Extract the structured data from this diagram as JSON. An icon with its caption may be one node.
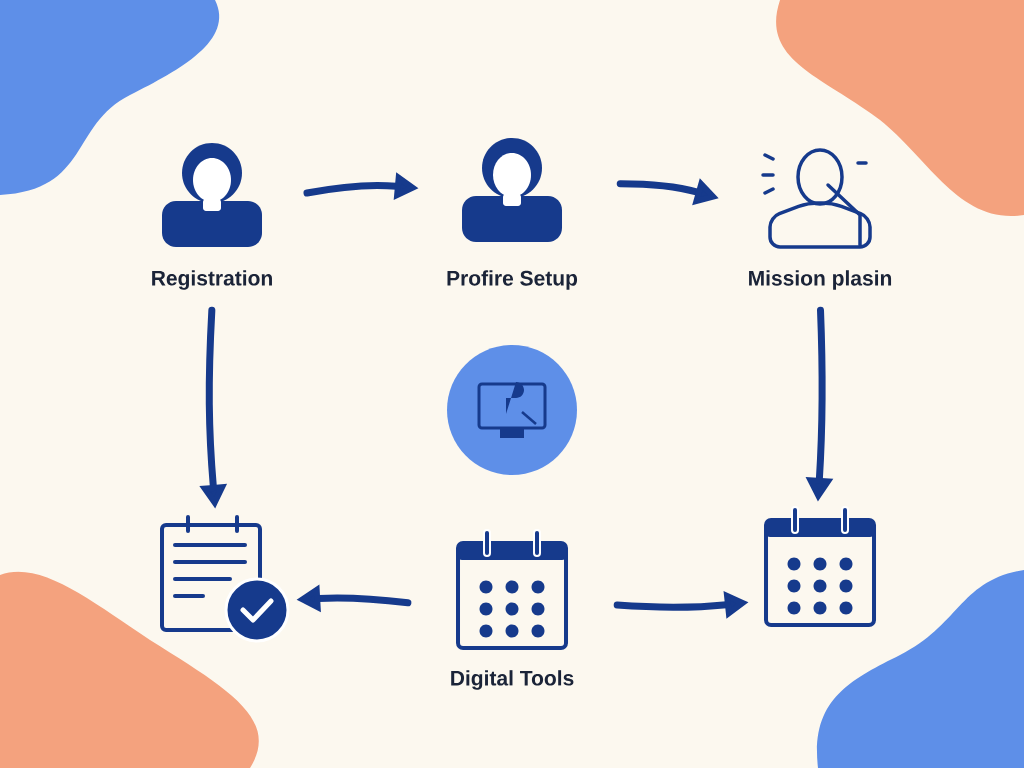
{
  "diagram": {
    "nodes": [
      {
        "text": [
          "Registration"
        ]
      },
      {
        "text": [
          "Profire Setup"
        ]
      },
      {
        "text": [
          "Mission plasin"
        ]
      },
      {
        "text": [],
        "shape": "circle"
      },
      {
        "text": [],
        "shape": "picture"
      },
      {
        "text": [
          "Digital Tools"
        ]
      },
      {
        "text": [],
        "shape": "picture"
      }
    ],
    "edges": [
      {
        "from": 0,
        "to": 1,
        "arrow": "to"
      },
      {
        "from": 1,
        "to": 2,
        "arrow": "to"
      },
      {
        "from": 0,
        "to": 4,
        "arrow": "to"
      },
      {
        "from": 2,
        "to": 6,
        "arrow": "to"
      },
      {
        "from": 5,
        "to": 4,
        "arrow": "to"
      },
      {
        "from": 5,
        "to": 6,
        "arrow": "to"
      }
    ]
  }
}
